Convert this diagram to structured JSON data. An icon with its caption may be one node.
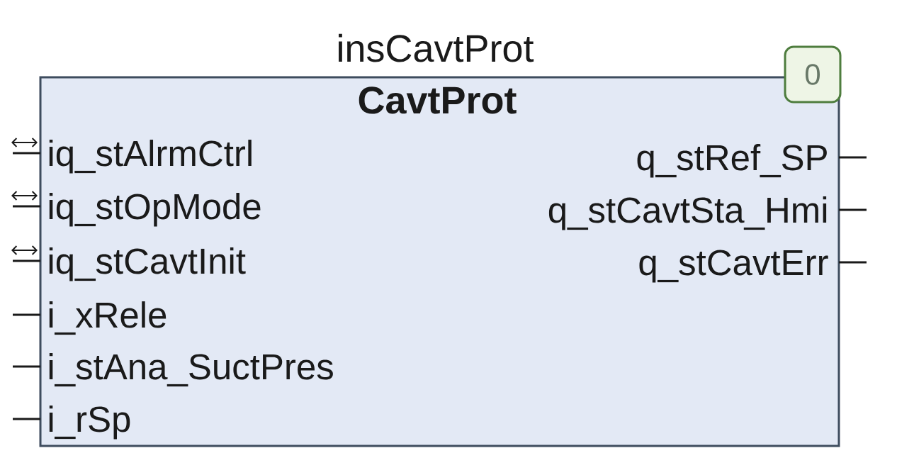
{
  "diagram": {
    "nodes": [
      {
        "text": [
          "insCavtProt",
          "CavtProt"
        ]
      },
      {
        "text": [
          "0"
        ]
      }
    ],
    "labels": [
      "iq_stAlrmCtrl",
      "q_stRef_SP",
      "iq_stOpMode",
      "q_stCavtSta_Hmi",
      "iq_stCavtInit",
      "q_stCavtErr",
      "i_xRele",
      "i_stAna_SuctPres",
      "i_rSp"
    ]
  }
}
